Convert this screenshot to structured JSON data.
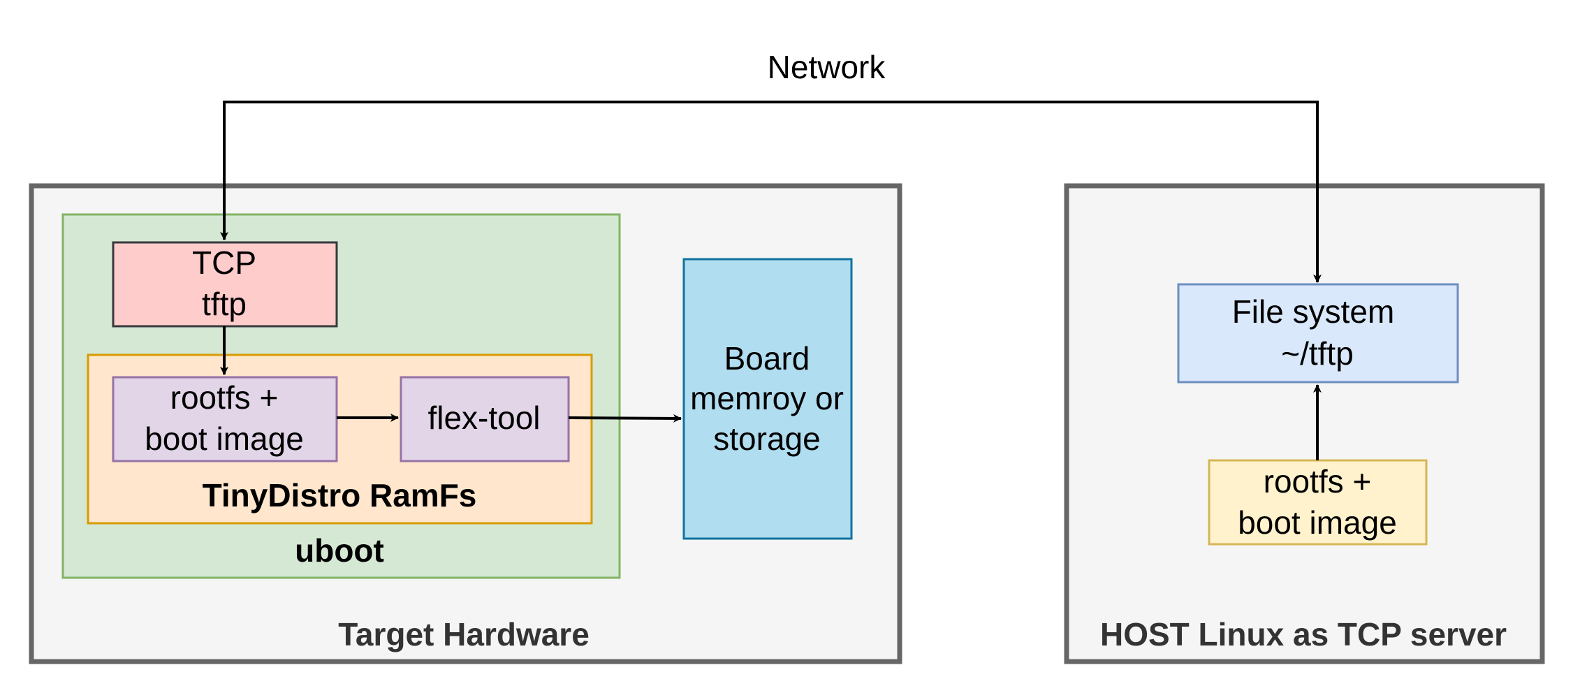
{
  "diagram": {
    "network_label": "Network",
    "target_hardware": {
      "label": "Target Hardware",
      "uboot": {
        "label": "uboot",
        "tcp_box": {
          "line1": "TCP",
          "line2": "tftp"
        },
        "ramfs": {
          "label": "TinyDistro RamFs",
          "image_box": {
            "line1": "rootfs +",
            "line2": "boot image"
          },
          "flex_tool_box": {
            "label": "flex-tool"
          }
        }
      },
      "storage_box": {
        "line1": "Board",
        "line2": "memroy or",
        "line3": "storage"
      }
    },
    "host": {
      "label": "HOST Linux as TCP server",
      "filesystem_box": {
        "line1": "File system",
        "line2": "~/tftp"
      },
      "image_box": {
        "line1": "rootfs +",
        "line2": "boot image"
      }
    },
    "colors": {
      "container_fill": "#f5f5f5",
      "container_stroke": "#666666",
      "uboot_fill": "#d5e8d4",
      "uboot_stroke": "#82b366",
      "tcp_fill": "#ffcccc",
      "tcp_stroke": "#36393d",
      "ramfs_fill": "#ffe6cc",
      "ramfs_stroke": "#d79b00",
      "purple_fill": "#e1d5e7",
      "purple_stroke": "#9673a6",
      "storage_fill": "#b1ddf0",
      "storage_stroke": "#10739e",
      "fs_fill": "#dae8fc",
      "fs_stroke": "#6c8ebf",
      "yellow_fill": "#fff2cc",
      "yellow_stroke": "#d6b656",
      "edge": "#000000",
      "container_label": "#333333"
    }
  }
}
